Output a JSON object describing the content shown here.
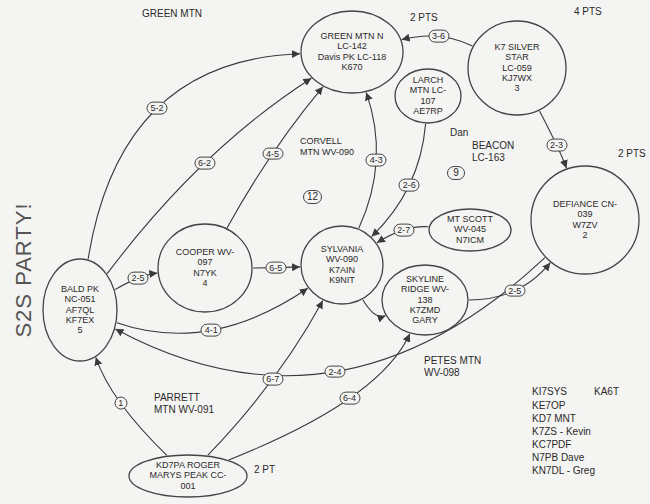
{
  "diagram": {
    "title": "S2S PARTY!",
    "nodes": [
      {
        "text": [
          "GREEN MTN N LC-142",
          "Davis PK LC-118",
          "K670"
        ]
      },
      {
        "text": [
          "K7 SILVER STAR",
          "LC-059",
          "KJ7WX",
          "3"
        ]
      },
      {
        "text": [
          "LARCH MTN LC-107",
          "AE7RP"
        ]
      },
      {
        "text": [
          "DEFIANCE CN-039",
          "W7ZV",
          "2"
        ]
      },
      {
        "text": [
          "MT SCOTT WV-045",
          "N7ICM"
        ]
      },
      {
        "text": [
          "COOPER WV-097",
          "N7YK",
          "4"
        ]
      },
      {
        "text": [
          "SYLVANIA WV-090",
          "K7AIN",
          "K9NIT"
        ]
      },
      {
        "text": [
          "BALD PK NC-051",
          "AF7QL",
          "KF7EX",
          "5"
        ]
      },
      {
        "text": [
          "SKYLINE RIDGE WV-138",
          "K7ZMD",
          "GARY"
        ]
      },
      {
        "text": [
          "KD7PA ROGER",
          "MARYS PEAK CC-001"
        ]
      }
    ],
    "edges": [
      {
        "from": 7,
        "to": 0,
        "label": "5-2",
        "arrow": "to"
      },
      {
        "from": 7,
        "to": 0,
        "label": "6-2",
        "arrow": "to"
      },
      {
        "from": 5,
        "to": 0,
        "label": "4-5",
        "arrow": "to"
      },
      {
        "from": 6,
        "to": 0,
        "label": "4-3",
        "arrow": "to"
      },
      {
        "from": 1,
        "to": 0,
        "label": "3-6",
        "arrow": "to"
      },
      {
        "from": 1,
        "to": 3,
        "label": "2-3",
        "arrow": "to"
      },
      {
        "from": 2,
        "to": 6,
        "label": "2-6",
        "arrow": "to"
      },
      {
        "from": 7,
        "to": 5,
        "label": "2-5",
        "arrow": "to"
      },
      {
        "from": 7,
        "to": 6,
        "label": "4-1",
        "arrow": "to"
      },
      {
        "from": 5,
        "to": 6,
        "label": "6-5",
        "arrow": "to"
      },
      {
        "from": 8,
        "to": 3,
        "label": "2-5",
        "arrow": "to"
      },
      {
        "from": 9,
        "to": 7,
        "label": "1",
        "arrow": "to"
      },
      {
        "from": 9,
        "to": 6,
        "label": "6-7",
        "arrow": "to"
      },
      {
        "from": 9,
        "to": 8,
        "label": "6-4",
        "arrow": "to"
      },
      {
        "from": 3,
        "to": 7,
        "label": "2-4",
        "arrow": "to"
      },
      {
        "from": 4,
        "to": 6,
        "label": "2-7",
        "arrow": "to"
      },
      {
        "from": 6,
        "to": 8,
        "arrow": "to"
      }
    ],
    "labels": [
      "GREEN MTN",
      "2 PTS",
      "4 PTS",
      "Dan",
      "BEACON LC-163",
      "CORVELL MTN WV-090",
      "9",
      "12",
      "2 PTS",
      "PARRETT MTN WV-091",
      "PETES MTN WV-098",
      "2 PT",
      "KI7SYS",
      "KA6T",
      "KE7OP",
      "KD7 MNT",
      "K7ZS - Kevin",
      "KC7PDF",
      "N7PB Dave",
      "KN7DL - Greg"
    ]
  }
}
